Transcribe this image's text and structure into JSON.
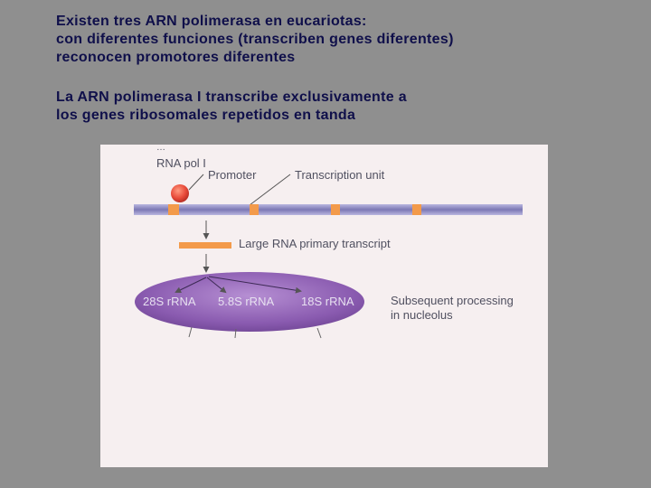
{
  "heading1": {
    "lines": [
      "Existen tres ARN polimerasa en eucariotas:",
      "con diferentes funciones (transcriben genes diferentes)",
      "reconocen promotores diferentes"
    ]
  },
  "heading2": {
    "lines": [
      "La ARN polimerasa I transcribe exclusivamente a",
      "los genes ribosomales repetidos en tanda"
    ]
  },
  "diagram": {
    "labels": {
      "rna_pol": "RNA pol I",
      "promoter": "Promoter",
      "transcription_unit": "Transcription unit",
      "primary_transcript": "Large RNA primary transcript",
      "rrna_28s": "28S rRNA",
      "rrna_58s": "5.8S rRNA",
      "rrna_18s": "18S rRNA",
      "processing_1": "Subsequent processing",
      "processing_2": "in nucleolus"
    },
    "colors": {
      "dna": "#8a86bf",
      "promoter_segment": "#f39a4a",
      "polymerase": "#e84b3a",
      "nucleolus": "#8a5bb0"
    }
  }
}
